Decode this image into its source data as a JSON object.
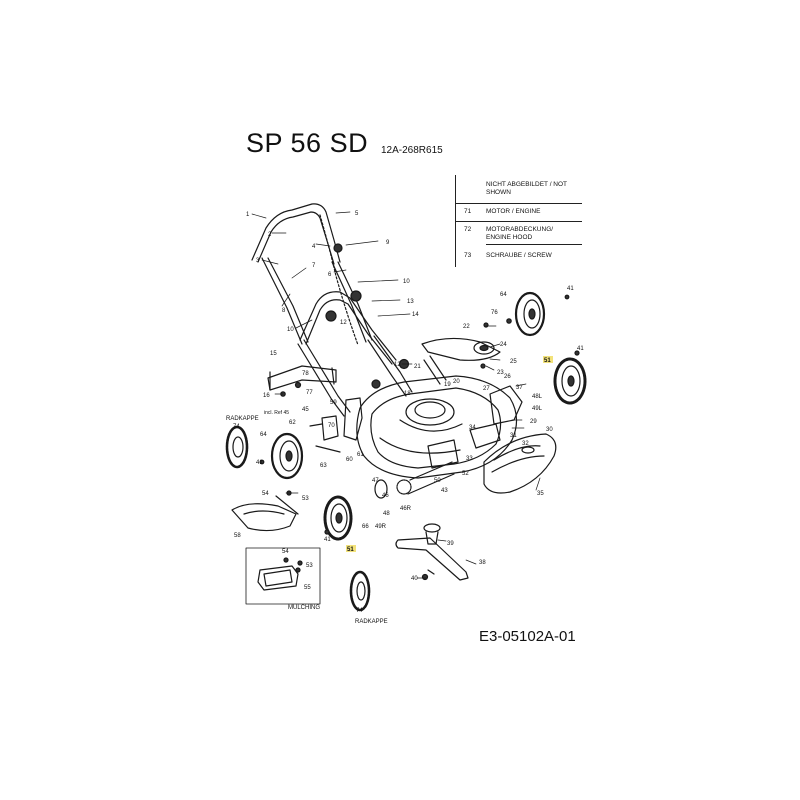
{
  "header": {
    "title": "SP 56 SD",
    "model_number": "12A-268R615"
  },
  "legend": [
    {
      "num": "",
      "text": "NICHT ABGEBILDET / NOT SHOWN"
    },
    {
      "num": "71",
      "text": "MOTOR / ENGINE"
    },
    {
      "num": "72",
      "text": "MOTORABDECKUNG/ ENGINE HOOD"
    },
    {
      "num": "73",
      "text": "SCHRAUBE / SCREW"
    }
  ],
  "captions": {
    "radkappe_left": "RADKAPPE",
    "radkappe_bottom": "RADKAPPE",
    "mulching": "MULCHING",
    "incl_ref": "incl. Ref 45"
  },
  "highlight_color": "#f2e27a",
  "diagram": {
    "part_numbers": [
      "1",
      "2",
      "3",
      "4",
      "5",
      "6",
      "7",
      "8",
      "9",
      "10",
      "12",
      "13",
      "14",
      "15",
      "16",
      "18",
      "19",
      "20",
      "21",
      "22",
      "23",
      "24",
      "25",
      "26",
      "27",
      "29",
      "30",
      "31",
      "32",
      "33",
      "34",
      "35",
      "37",
      "38",
      "39",
      "40",
      "41",
      "43",
      "45",
      "46",
      "46R",
      "47",
      "48",
      "48L",
      "49L",
      "49R",
      "50",
      "51",
      "52",
      "53",
      "54",
      "55",
      "56",
      "57",
      "58",
      "59",
      "60",
      "61",
      "62",
      "63",
      "64",
      "70",
      "74",
      "76",
      "77",
      "78"
    ],
    "highlighted_parts": [
      "51"
    ]
  },
  "footer": {
    "document_number": "E3-05102A-01"
  }
}
